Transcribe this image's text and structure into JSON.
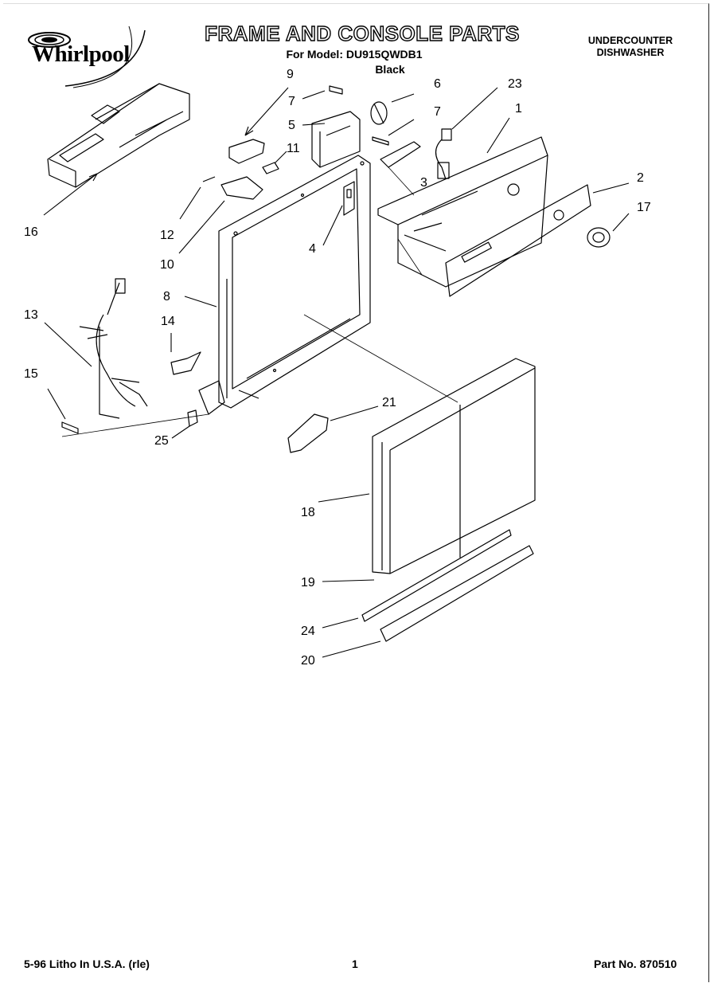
{
  "header": {
    "brand": "Whirlpool",
    "title": "FRAME AND CONSOLE PARTS",
    "model_line": "For Model: DU915QWDB1",
    "color_line": "Black",
    "product_type_line1": "UNDERCOUNTER",
    "product_type_line2": "DISHWASHER"
  },
  "footer": {
    "litho": "5-96 Litho In U.S.A. (rle)",
    "page_number": "1",
    "part_number": "Part No. 870510"
  },
  "callouts": {
    "c1": "1",
    "c2": "2",
    "c3": "3",
    "c4": "4",
    "c5": "5",
    "c6": "6",
    "c7a": "7",
    "c7b": "7",
    "c8": "8",
    "c9": "9",
    "c10": "10",
    "c11": "11",
    "c12": "12",
    "c13": "13",
    "c14": "14",
    "c15": "15",
    "c16": "16",
    "c17": "17",
    "c18": "18",
    "c19": "19",
    "c20": "20",
    "c21": "21",
    "c23": "23",
    "c24": "24",
    "c25": "25"
  },
  "icons": {
    "logo": "whirlpool-swirl-logo"
  }
}
